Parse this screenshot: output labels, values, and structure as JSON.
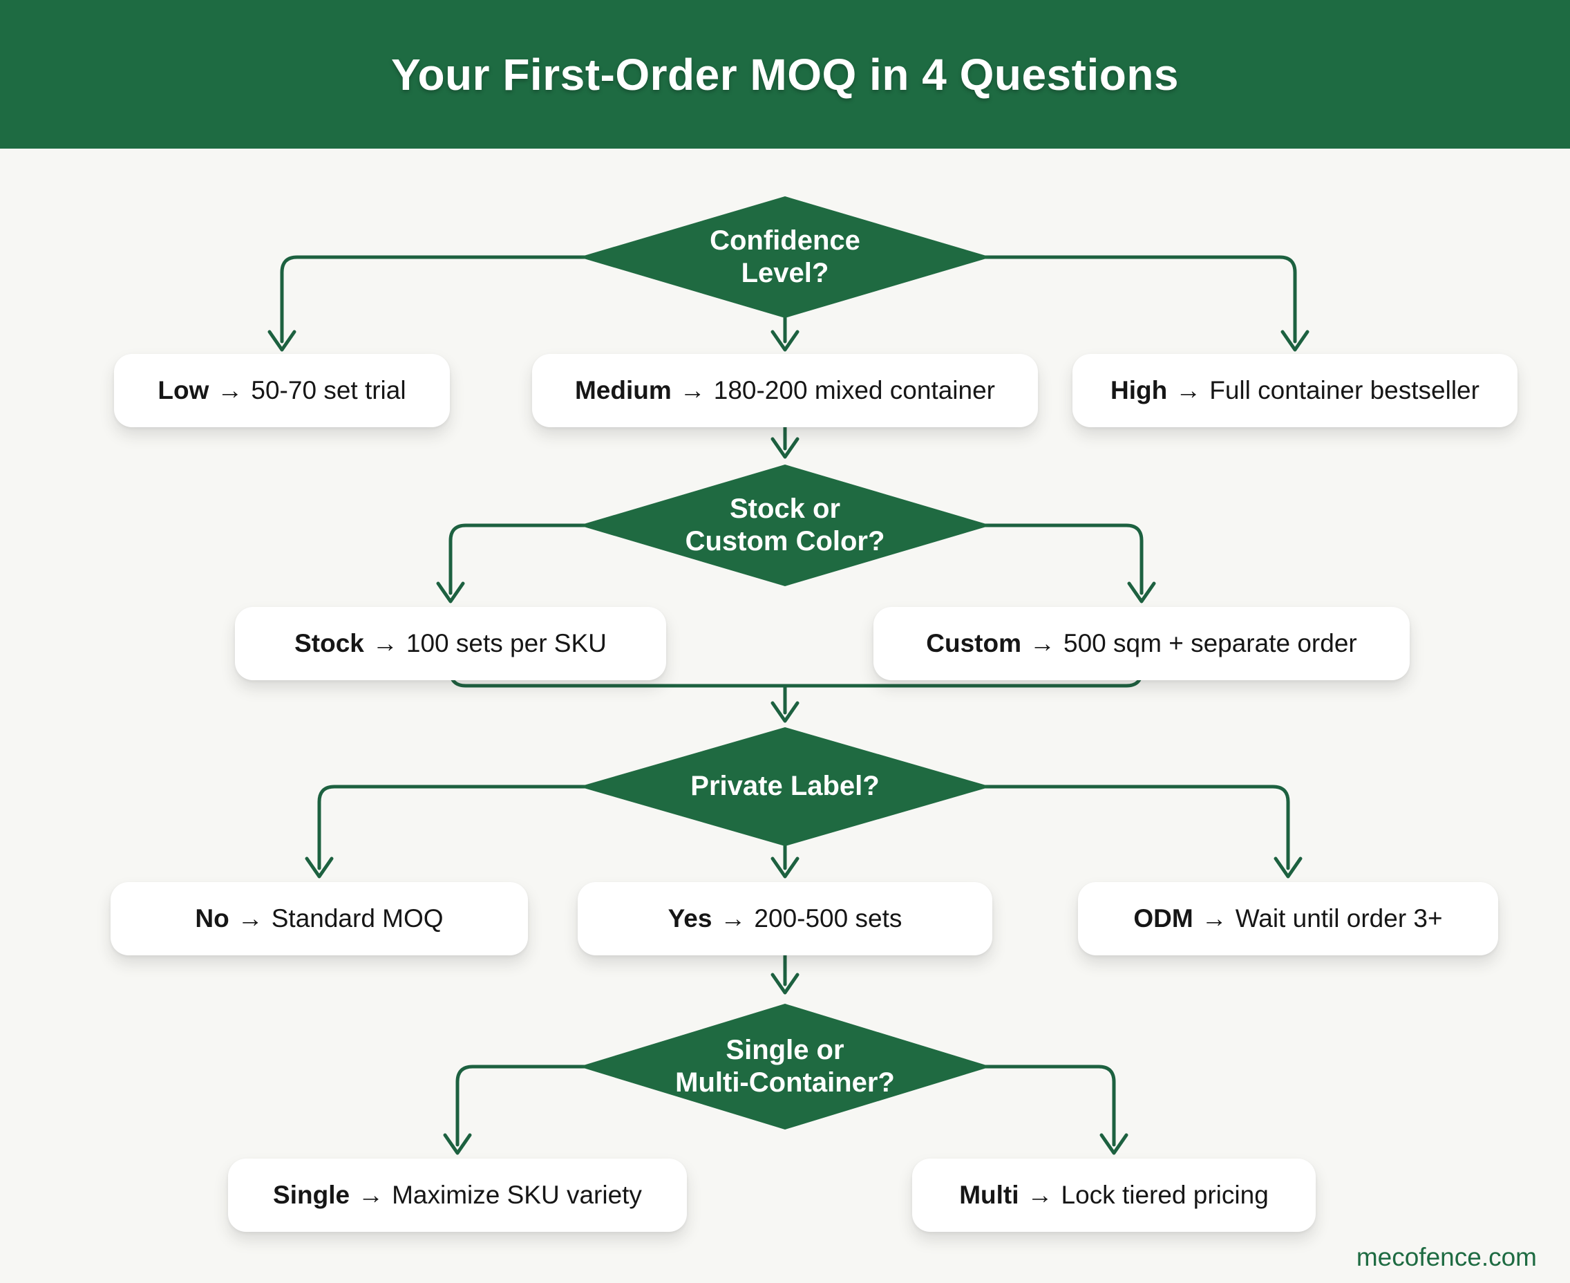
{
  "header": {
    "title": "Your First-Order MOQ in 4 Questions"
  },
  "arrow_symbol": "→",
  "colors": {
    "header_green": "#1e6b42",
    "diamond_green": "#1f6a41",
    "connector_green": "#1d6140",
    "background": "#f7f7f4",
    "box_white": "#ffffff",
    "text_dark": "#161616"
  },
  "diamonds": [
    {
      "id": "confidence-level",
      "lines": [
        "Confidence",
        "Level?"
      ]
    },
    {
      "id": "stock-or-custom-color",
      "lines": [
        "Stock or",
        "Custom Color?"
      ]
    },
    {
      "id": "private-label",
      "lines": [
        "Private Label?"
      ]
    },
    {
      "id": "single-or-multi-container",
      "lines": [
        "Single or",
        "Multi-Container?"
      ]
    }
  ],
  "boxes": {
    "row1": [
      {
        "label": "Low",
        "text": "50-70 set trial"
      },
      {
        "label": "Medium",
        "text": "180-200 mixed container"
      },
      {
        "label": "High",
        "text": "Full container bestseller"
      }
    ],
    "row2": [
      {
        "label": "Stock",
        "text": "100 sets per SKU"
      },
      {
        "label": "Custom",
        "text": "500 sqm + separate order"
      }
    ],
    "row3": [
      {
        "label": "No",
        "text": "Standard MOQ"
      },
      {
        "label": "Yes",
        "text": "200-500 sets"
      },
      {
        "label": "ODM",
        "text": "Wait until order 3+"
      }
    ],
    "row4": [
      {
        "label": "Single",
        "text": "Maximize SKU variety"
      },
      {
        "label": "Multi",
        "text": "Lock tiered pricing"
      }
    ]
  },
  "footer": {
    "website": "mecofence.com"
  }
}
